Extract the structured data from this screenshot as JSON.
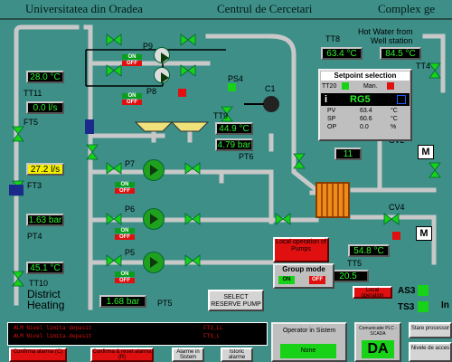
{
  "header": {
    "left": "Universitatea din Oradea",
    "center": "Centrul de Cercetari",
    "right": "Complex ge"
  },
  "labels": {
    "hot_water": "Hot Water from",
    "well_station": "Well station",
    "tt8": "TT8",
    "tt4": "TT4",
    "tt11": "TT11",
    "ft5": "FT5",
    "ft3": "FT3",
    "pt4": "PT4",
    "tt10": "TT10",
    "district": "District",
    "heating": "Heating",
    "pt5": "PT5",
    "pt6": "PT6",
    "tt9": "TT9",
    "ps4": "PS4",
    "c1": "C1",
    "p9": "P9",
    "p8": "P8",
    "p7": "P7",
    "p6": "P6",
    "p5": "P5",
    "cv2": "CV2",
    "cv4": "CV4",
    "tt5": "TT5",
    "as3": "AS3",
    "ts3": "TS3",
    "in": "In"
  },
  "values": {
    "tt11": "28.0 °C",
    "ft5": "0.0 l/s",
    "ft3": "27.2 l/s",
    "pt4": "1.63 bar",
    "tt10": "45.1 °C",
    "pt5": "1.68 bar",
    "tt8": "63.4 °C",
    "tt4": "84.5 °C",
    "tt9": "44.9 °C",
    "pt6": "4.79 bar",
    "cv2": "11",
    "tt5": "54.8 °C",
    "tt5b": "20.5"
  },
  "onoff": {
    "on": "ON",
    "off": "OFF"
  },
  "setpoint": {
    "title": "Setpoint selection",
    "tt20": "TT20",
    "man": "Man.",
    "i": "i",
    "name": "RG5",
    "rows": [
      {
        "k": "PV",
        "v": "63.4",
        "u": "°C"
      },
      {
        "k": "SP",
        "v": "60.6",
        "u": "°C"
      },
      {
        "k": "OP",
        "v": "0.0",
        "u": "%"
      }
    ]
  },
  "local_pumps": "Local operation of Pumps",
  "group_mode": {
    "title": "Group mode",
    "on": "ON",
    "off": "OFF"
  },
  "select_pump": "SELECT RESERVE PUMP",
  "local_op": "Local operation",
  "motor": "M",
  "alarms": [
    "ALM Nivel limita depasit",
    "ALM Nivel limita depasit"
  ],
  "alarm_codes": [
    "FT3_LL",
    "FT3_L"
  ],
  "buttons": {
    "confirm1": "Confirma alarma (C)",
    "confirm2": "Confirma & reset alarma (R)",
    "alarms": "Alarme in Sistem",
    "history": "Istoric alarme",
    "operator": "Operator in Sistem",
    "none": "None",
    "comm": "Comunicatie PLC - SCADA",
    "da": "DA",
    "stare": "Stare processor",
    "nivel": "Nivele de acces"
  },
  "colors": {
    "pipe": "#c8c8c8",
    "valve": "#17d217",
    "bg": "#3d8f88",
    "lcd": "#2cf02c",
    "alarm": "#e01010"
  }
}
